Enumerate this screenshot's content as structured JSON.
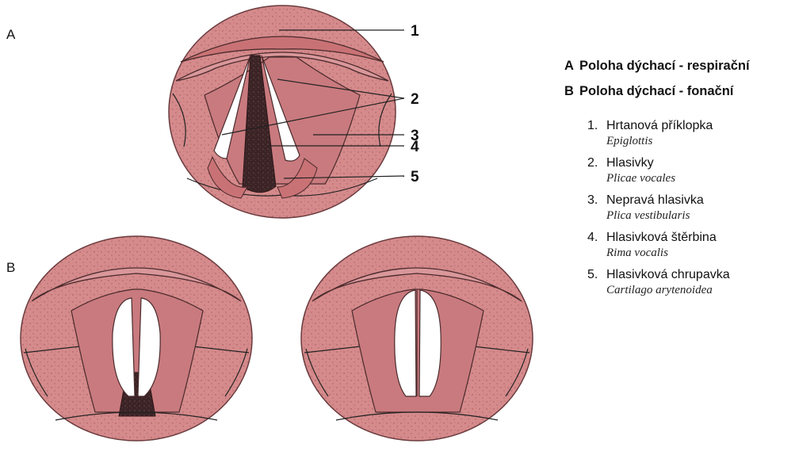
{
  "panels": {
    "a": "A",
    "b": "B"
  },
  "callouts": [
    "1",
    "2",
    "3",
    "4",
    "5"
  ],
  "legend": {
    "headings": [
      {
        "letter": "A",
        "text": "Poloha dýchací - respirační"
      },
      {
        "letter": "B",
        "text": "Poloha dýchací - fonační"
      }
    ],
    "items": [
      {
        "num": "1.",
        "czech": "Hrtanová příklopka",
        "latin": "Epiglottis"
      },
      {
        "num": "2.",
        "czech": "Hlasivky",
        "latin": "Plicae vocales"
      },
      {
        "num": "3.",
        "czech": "Nepravá hlasivka",
        "latin": "Plica vestibularis"
      },
      {
        "num": "4.",
        "czech": "Hlasivková štěrbina",
        "latin": "Rima vocalis"
      },
      {
        "num": "5.",
        "czech": "Hlasivková chrupavka",
        "latin": "Cartilago arytenoidea"
      }
    ]
  },
  "colors": {
    "tissue": "#d58a8b",
    "tissue_dark": "#b0595d",
    "outline": "#4a2a2c",
    "cords": "#ffffff",
    "glottis": "#3b2426"
  }
}
